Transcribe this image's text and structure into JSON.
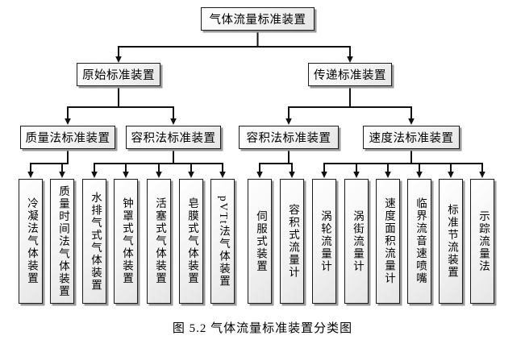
{
  "tree": {
    "root": "气体流量标准装置",
    "level2": [
      "原始标准装置",
      "传递标准装置"
    ],
    "level3": [
      "质量法标准装置",
      "容积法标准装置",
      "容积法标准装置",
      "速度法标准装置"
    ],
    "leaves": [
      "冷凝法气体装置",
      "质量时间法气体装置",
      "水排气式气体装置",
      "钟罩式气体装置",
      "活塞式气体装置",
      "皂膜式气体装置",
      "pVTt法气体装置",
      "伺服式装置",
      "容积式流量计",
      "涡轮流量计",
      "涡街流量计",
      "速度面积流量计",
      "临界流音速喷嘴",
      "标准节流装置",
      "示踪流量法"
    ]
  },
  "figure": {
    "caption": "图 5.2  气体流量标准装置分类图"
  },
  "colors": {
    "line": "#111111",
    "box_border": "#1b1b1b",
    "box_fill_light": "#ffffff",
    "box_fill_dark": "#e6e6e6",
    "shadow": "#9a9a9a",
    "background": "#ffffff",
    "text": "#000000"
  }
}
